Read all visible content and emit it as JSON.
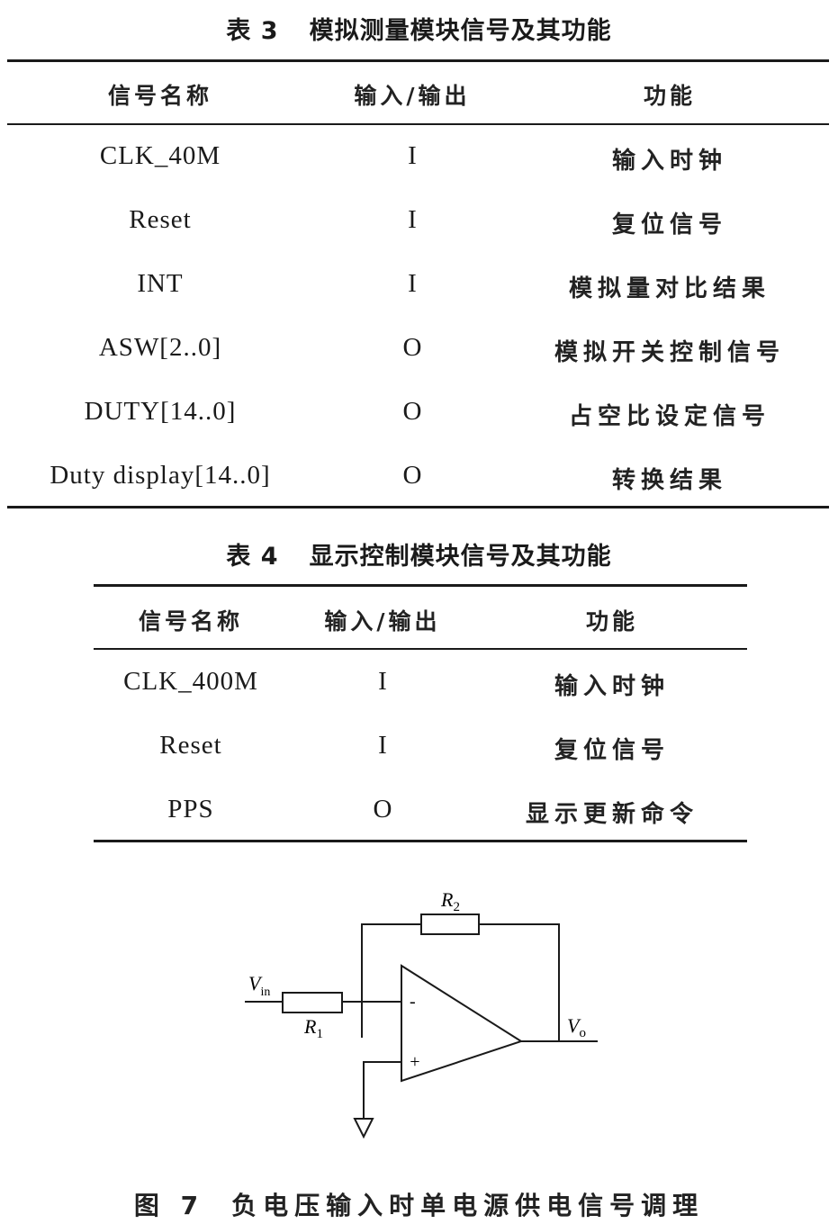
{
  "table3": {
    "number": "表 3",
    "title": "模拟测量模块信号及其功能",
    "headers": [
      "信号名称",
      "输入/输出",
      "功能"
    ],
    "rows": [
      [
        "CLK_40M",
        "I",
        "输入时钟"
      ],
      [
        "Reset",
        "I",
        "复位信号"
      ],
      [
        "INT",
        "I",
        "模拟量对比结果"
      ],
      [
        "ASW[2..0]",
        "O",
        "模拟开关控制信号"
      ],
      [
        "DUTY[14..0]",
        "O",
        "占空比设定信号"
      ],
      [
        "Duty display[14..0]",
        "O",
        "转换结果"
      ]
    ]
  },
  "table4": {
    "number": "表 4",
    "title": "显示控制模块信号及其功能",
    "headers": [
      "信号名称",
      "输入/输出",
      "功能"
    ],
    "rows": [
      [
        "CLK_400M",
        "I",
        "输入时钟"
      ],
      [
        "Reset",
        "I",
        "复位信号"
      ],
      [
        "PPS",
        "O",
        "显示更新命令"
      ]
    ]
  },
  "figure7": {
    "number": "图 7",
    "caption": "负电压输入时单电源供电信号调理",
    "labels": {
      "r2": "R",
      "r2_sub": "2",
      "r1": "R",
      "r1_sub": "1",
      "vin": "V",
      "vin_sub": "in",
      "vo": "V",
      "vo_sub": "o",
      "minus": "-",
      "plus": "+"
    }
  }
}
